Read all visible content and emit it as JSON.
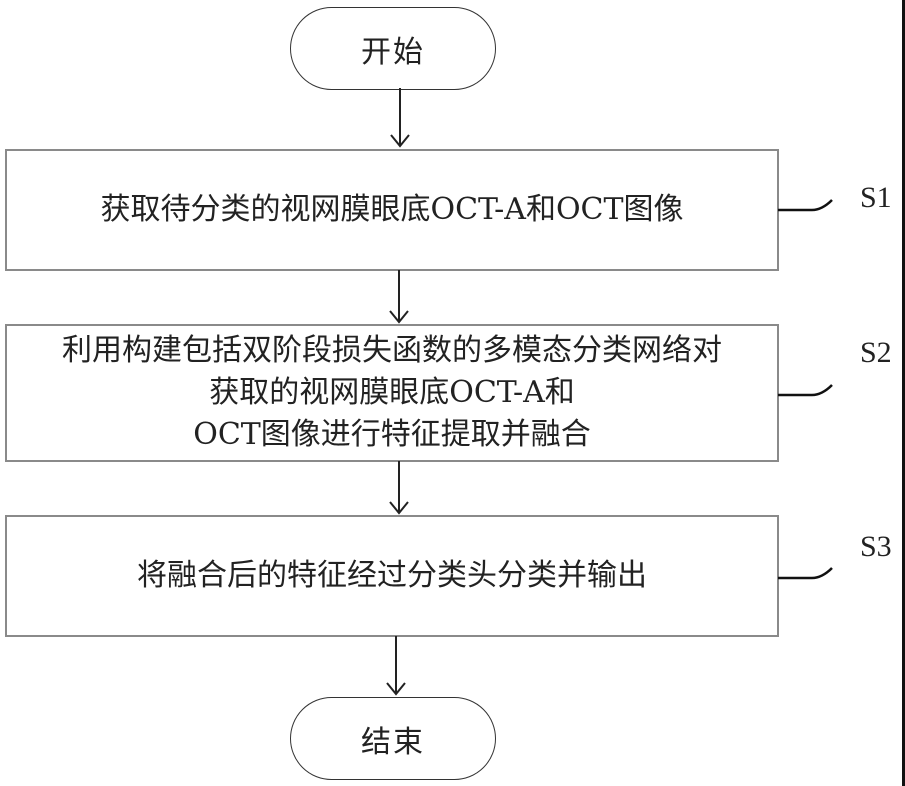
{
  "flowchart": {
    "start": {
      "label": "开始"
    },
    "end": {
      "label": "结束"
    },
    "steps": [
      {
        "id": "S1",
        "lines": [
          "获取待分类的视网膜眼底OCT-A和OCT图像"
        ]
      },
      {
        "id": "S2",
        "lines": [
          "利用构建包括双阶段损失函数的多模态分类网络对",
          "获取的视网膜眼底OCT-A和",
          "OCT图像进行特征提取并融合"
        ]
      },
      {
        "id": "S3",
        "lines": [
          "将融合后的特征经过分类头分类并输出"
        ]
      }
    ]
  }
}
